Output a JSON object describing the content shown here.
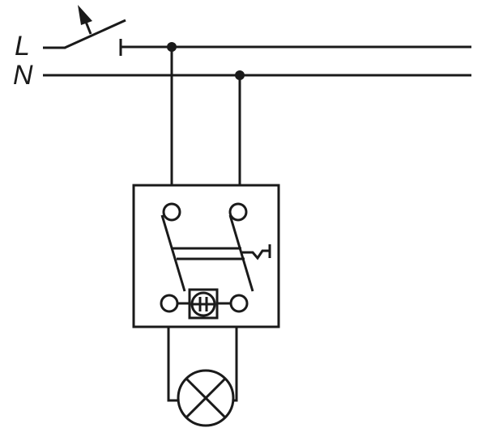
{
  "diagram": {
    "title_labels": {
      "line_label": "L",
      "neutral_label": "N"
    },
    "components": [
      "main-switch",
      "rcd-breaker",
      "test-button",
      "lamp"
    ],
    "colors": {
      "stroke": "#1a1a1a",
      "background": "#ffffff"
    }
  }
}
